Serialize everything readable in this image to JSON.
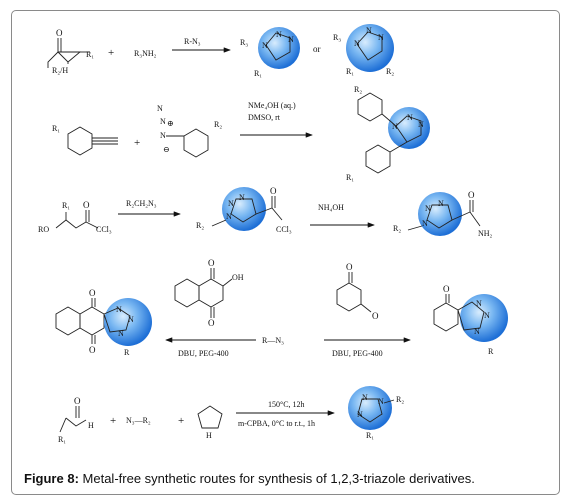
{
  "figure": {
    "caption_label": "Figure 8:",
    "caption_text": "Metal-free synthetic routes for synthesis of 1,2,3-triazole derivatives."
  },
  "scheme1": {
    "reactant_labels": [
      "R₁",
      "R₂/H"
    ],
    "plus": "+",
    "amine": "R₃NH₂",
    "reagent": "R-N₃",
    "or": "or",
    "product_a_labels": [
      "R₃",
      "R₁"
    ],
    "product_b_labels": [
      "R₃",
      "R₁",
      "R₂"
    ]
  },
  "scheme2": {
    "alkyne_label": "R₁",
    "azide_label": "R₂",
    "conditions": [
      "NMe₄OH (aq.)",
      "DMSO, rt"
    ],
    "product_labels": [
      "R₂",
      "R₁"
    ]
  },
  "scheme3": {
    "start_labels": [
      "R₁",
      "RO",
      "CCl₃"
    ],
    "reagent": "R₂CH₂N₃",
    "intermediate_labels": [
      "R₂",
      "CCl₃"
    ],
    "reagent2": "NH₄OH",
    "product_labels": [
      "R₂",
      "NH₂"
    ]
  },
  "scheme4": {
    "quinone_label": "OH",
    "azide": "R—N₃",
    "left_conditions": "DBU, PEG-400",
    "right_conditions": "DBU, PEG-400",
    "oxygen": "O",
    "r_label": "R"
  },
  "scheme5": {
    "aldehyde_labels": [
      "H",
      "R₁"
    ],
    "azide": "N₃—R₂",
    "amine_label": "H",
    "conditions": [
      "150°C, 12h",
      "m-CPBA, 0°C to r.t., 1h"
    ],
    "product_labels": [
      "R₂",
      "R₁"
    ]
  },
  "atoms": {
    "N": "N",
    "O": "O",
    "N_plus": "⊕",
    "N_minus": "⊖"
  },
  "colors": {
    "highlight": "#1e7be0",
    "highlight_light": "#9ccaf6"
  }
}
